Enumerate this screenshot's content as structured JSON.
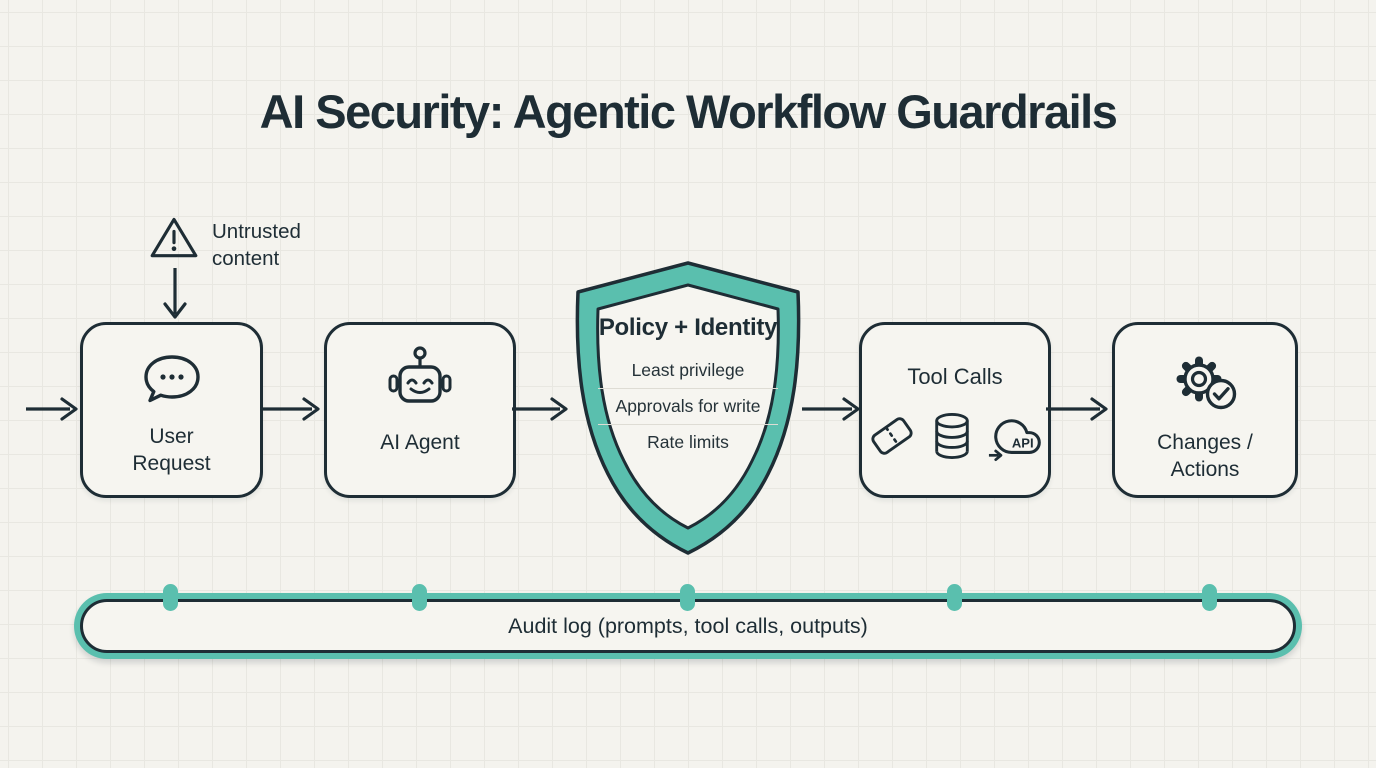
{
  "title": "AI Security: Agentic Workflow Guardrails",
  "colors": {
    "ink": "#1e2d35",
    "accent_teal": "#5abfae",
    "background": "#f4f3ee",
    "node_fill": "#f6f5f0"
  },
  "annotation": {
    "label": "Untrusted content",
    "icon": "warning-triangle-icon"
  },
  "flow": {
    "nodes": [
      {
        "label": "User Request",
        "icon": "speech-bubble-icon"
      },
      {
        "label": "AI Agent",
        "icon": "robot-icon"
      },
      {
        "label": "Policy + Identity",
        "shape": "shield",
        "items": [
          "Least privilege",
          "Approvals for write",
          "Rate limits"
        ]
      },
      {
        "label": "Tool Calls",
        "icons": [
          "ticket-icon",
          "database-icon",
          "cloud-api-icon"
        ],
        "api_badge": "API"
      },
      {
        "label": "Changes / Actions",
        "icon": "gear-check-icon"
      }
    ]
  },
  "audit": {
    "label": "Audit log (prompts, tool calls, outputs)"
  }
}
